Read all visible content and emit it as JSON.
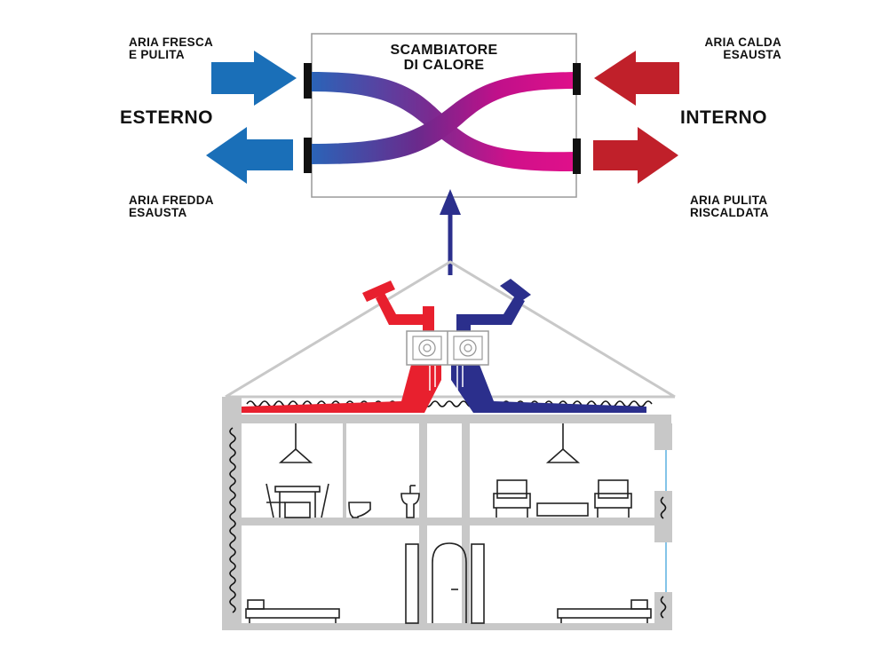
{
  "exchanger": {
    "title_line1": "SCAMBIATORE",
    "title_line2": "DI CALORE"
  },
  "outside": {
    "label": "ESTERNO",
    "fresh_in_line1": "ARIA FRESCA",
    "fresh_in_line2": "E PULITA",
    "exhaust_out_line1": "ARIA FREDDA",
    "exhaust_out_line2": "ESAUSTA"
  },
  "inside": {
    "label": "INTERNO",
    "stale_in_line1": "ARIA CALDA",
    "stale_in_line2": "ESAUSTA",
    "supply_out_line1": "ARIA PULITA",
    "supply_out_line2": "RISCALDATA"
  },
  "colors": {
    "blue_arrow": "#1a6fb8",
    "red_arrow": "#c0202a",
    "duct_red": "#e8202e",
    "duct_blue": "#2b2f8c",
    "gradient_purple": "#7a2a90",
    "gradient_magenta": "#e0108a",
    "house_gray": "#c8c8c8"
  },
  "icons": [
    "fan-unit-icon",
    "lamp-icon",
    "dining-table-icon",
    "toilet-icon",
    "sink-icon",
    "armchair-icon",
    "sofa-icon",
    "bed-icon",
    "door-icon",
    "wardrobe-icon",
    "insulation-icon"
  ]
}
